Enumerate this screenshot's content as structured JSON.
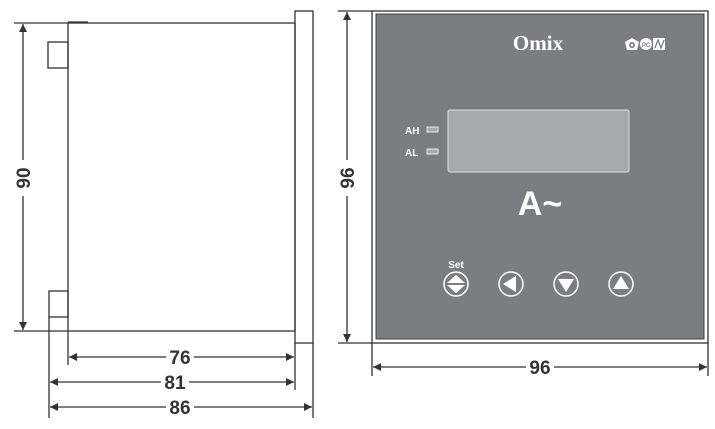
{
  "side_view": {
    "dimensions": {
      "height": "90",
      "depth_body": "76",
      "depth_with_clips": "81",
      "depth_total": "86"
    }
  },
  "front_view": {
    "brand": "Omix",
    "certification_icons": [
      "gost-pentagon-icon",
      "rst-mark-icon",
      "metrology-mark-icon"
    ],
    "indicators": [
      {
        "label": "AH"
      },
      {
        "label": "AL"
      }
    ],
    "unit_label": "A~",
    "buttons": [
      {
        "name": "set",
        "label": "Set",
        "icon": "up-down-icon"
      },
      {
        "name": "left",
        "icon": "triangle-left-icon"
      },
      {
        "name": "down",
        "icon": "triangle-down-icon"
      },
      {
        "name": "up",
        "icon": "triangle-up-icon"
      }
    ],
    "dimensions": {
      "height": "96",
      "width": "96"
    }
  },
  "colors": {
    "panel": "#7c7d81",
    "display": "#a8a9ac",
    "line": "#333333"
  }
}
